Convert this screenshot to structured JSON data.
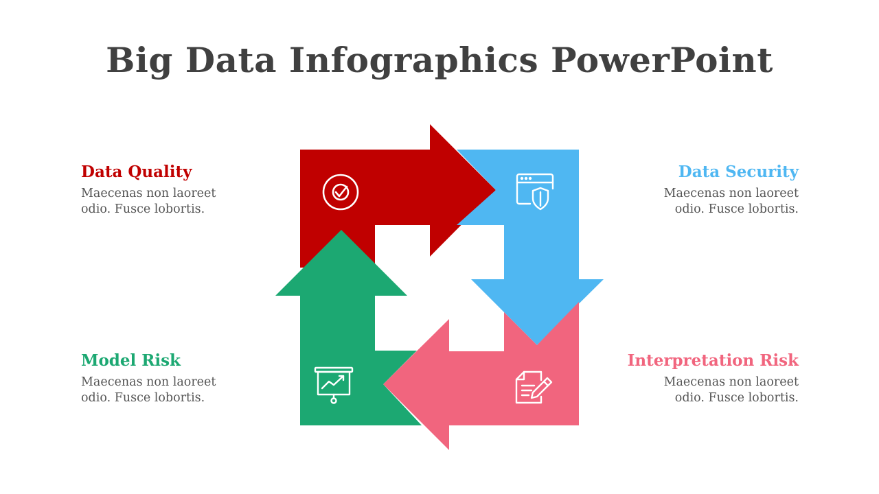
{
  "title": "Big Data Infographics PowerPoint",
  "colors": {
    "red": "#C00000",
    "blue": "#4FB7F2",
    "pink": "#F1657E",
    "green": "#1CA872",
    "title": "#404040",
    "text": "#555555"
  },
  "items": [
    {
      "heading": "Data Quality",
      "desc": "Maecenas non laoreet odio. Fusce lobortis.",
      "icon": "check-circle-icon"
    },
    {
      "heading": "Data Security",
      "desc": "Maecenas non laoreet odio. Fusce lobortis.",
      "icon": "browser-shield-icon"
    },
    {
      "heading": "Model Risk",
      "desc": "Maecenas non laoreet odio. Fusce lobortis.",
      "icon": "presentation-chart-icon"
    },
    {
      "heading": "Interpretation Risk",
      "desc": "Maecenas non laoreet odio. Fusce lobortis.",
      "icon": "document-pen-icon"
    }
  ]
}
